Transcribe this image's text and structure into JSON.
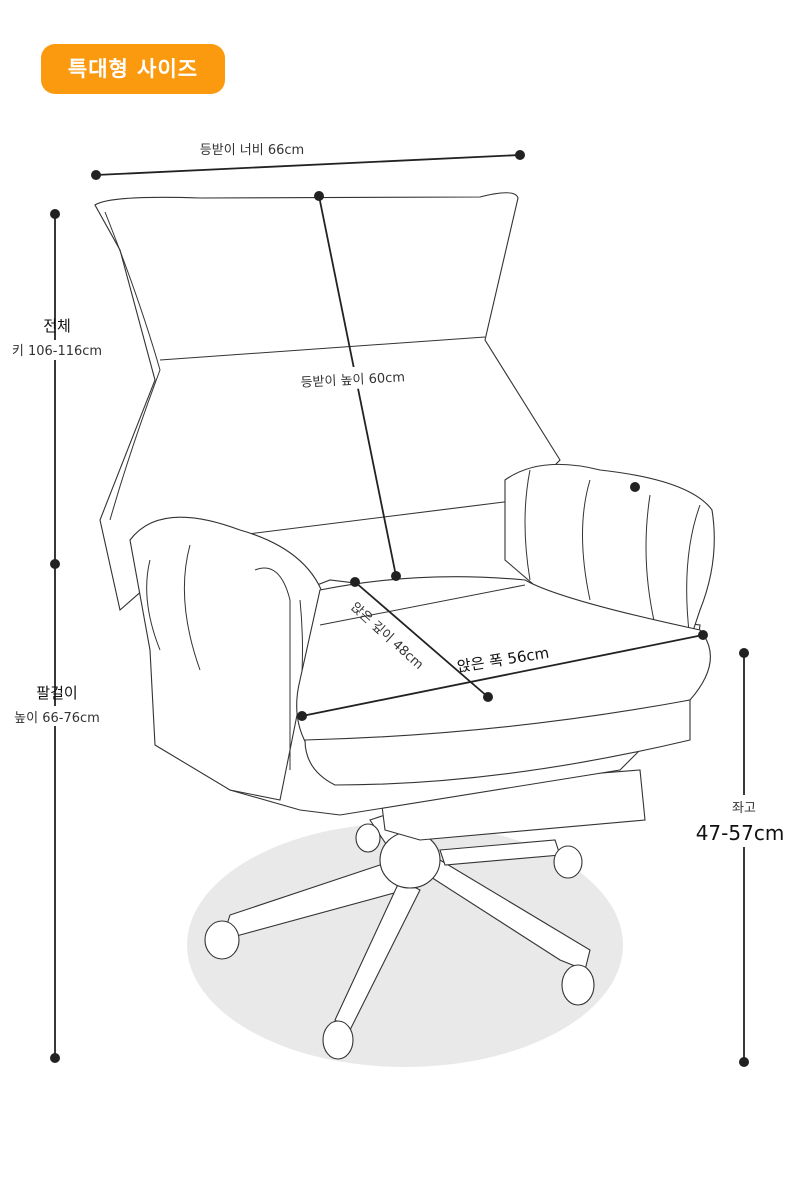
{
  "badge": {
    "label": "특대형 사이즈",
    "color": "#fb9a0e"
  },
  "dimensions": {
    "backrest_width": "등받이 너비 66cm",
    "backrest_height": "등받이 높이 60cm",
    "total_height_title": "전체",
    "total_height_value": "키 106-116cm",
    "armrest_title": "팔걸이",
    "armrest_value": "높이 66-76cm",
    "seat_depth": "앉은 깊이 48cm",
    "seat_width": "앉은 폭 56cm",
    "seat_height_title": "좌고",
    "seat_height_value": "47-57cm"
  }
}
